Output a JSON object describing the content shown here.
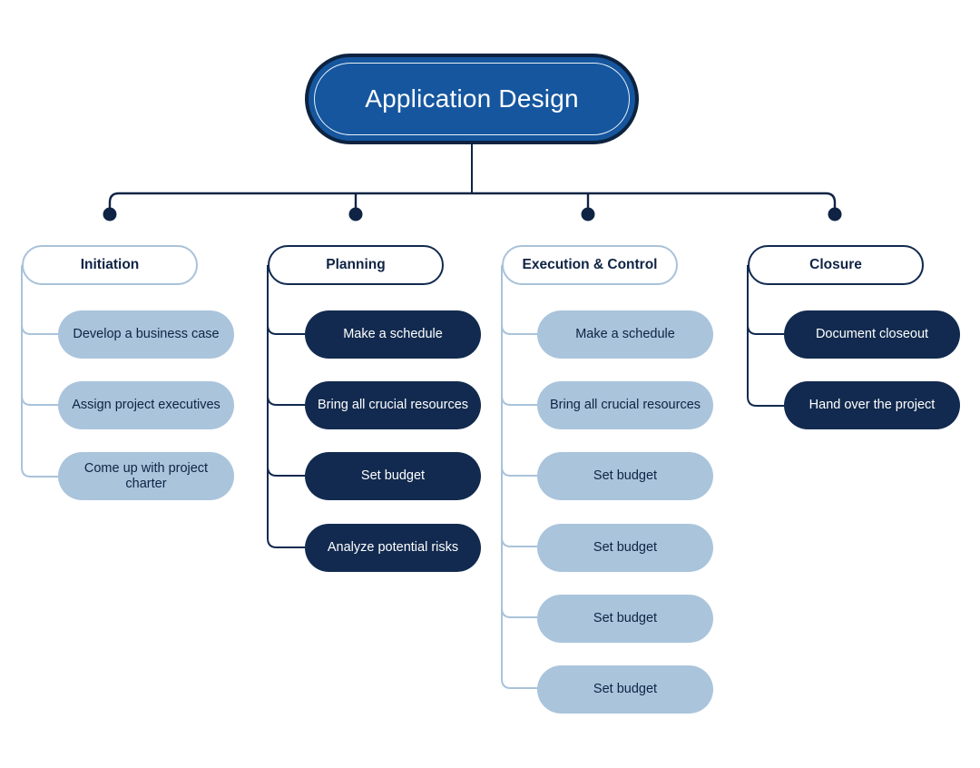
{
  "diagram": {
    "title": "Application Design",
    "type": "organizational-tree",
    "root": {
      "label": "Application Design",
      "fill": "#15569e",
      "border": "#0d2340",
      "text_color": "#ffffff"
    },
    "palette": {
      "light_fill": "#aac4dc",
      "light_stroke": "#a9c2da",
      "dark_fill": "#122a4f",
      "dark_stroke": "#122a4f",
      "white": "#ffffff",
      "text_dark": "#0f2344",
      "text_light": "#ffffff",
      "background": "#ffffff"
    },
    "columns": [
      {
        "id": "initiation",
        "header": "Initiation",
        "header_lines": [
          "Initiation"
        ],
        "theme": "light",
        "children": [
          {
            "label": "Develop a business case",
            "lines": [
              "Develop a business",
              "case"
            ]
          },
          {
            "label": "Assign project executives",
            "lines": [
              "Assign project",
              "executives"
            ]
          },
          {
            "label": "Come up with project charter",
            "lines": [
              "Come up with",
              "project charter"
            ]
          }
        ]
      },
      {
        "id": "planning",
        "header": "Planning",
        "header_lines": [
          "Planning"
        ],
        "theme": "dark",
        "children": [
          {
            "label": "Make a schedule",
            "lines": [
              "Make a schedule"
            ]
          },
          {
            "label": "Bring all crucial resources",
            "lines": [
              "Bring all crucial",
              "resources"
            ]
          },
          {
            "label": "Set budget",
            "lines": [
              "Set budget"
            ]
          },
          {
            "label": "Analyze potential risks",
            "lines": [
              "Analyze potential",
              "risks"
            ]
          }
        ]
      },
      {
        "id": "execution-and-control",
        "header": "Execution & Control",
        "header_lines": [
          "Execution",
          "& Control"
        ],
        "theme": "light",
        "children": [
          {
            "label": "Make a schedule",
            "lines": [
              "Make a schedule"
            ]
          },
          {
            "label": "Bring all crucial resources",
            "lines": [
              "Bring all crucial",
              "resources"
            ]
          },
          {
            "label": "Set budget",
            "lines": [
              "Set budget"
            ]
          },
          {
            "label": "Set budget",
            "lines": [
              "Set budget"
            ]
          },
          {
            "label": "Set budget",
            "lines": [
              "Set budget"
            ]
          },
          {
            "label": "Set budget",
            "lines": [
              "Set budget"
            ]
          }
        ]
      },
      {
        "id": "closure",
        "header": "Closure",
        "header_lines": [
          "Closure"
        ],
        "theme": "dark",
        "children": [
          {
            "label": "Document closeout",
            "lines": [
              "Document closeout"
            ]
          },
          {
            "label": "Hand over the project",
            "lines": [
              "Hand over the",
              "project"
            ]
          }
        ]
      }
    ]
  }
}
